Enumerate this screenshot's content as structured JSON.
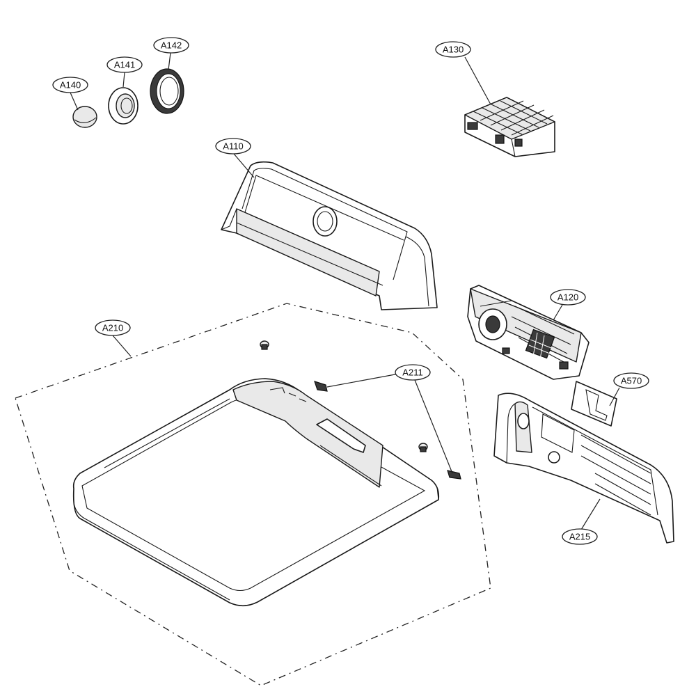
{
  "labels": {
    "a140": "A140",
    "a141": "A141",
    "a142": "A142",
    "a130": "A130",
    "a110": "A110",
    "a120": "A120",
    "a210": "A210",
    "a211": "A211",
    "a570": "A570",
    "a215": "A215"
  }
}
